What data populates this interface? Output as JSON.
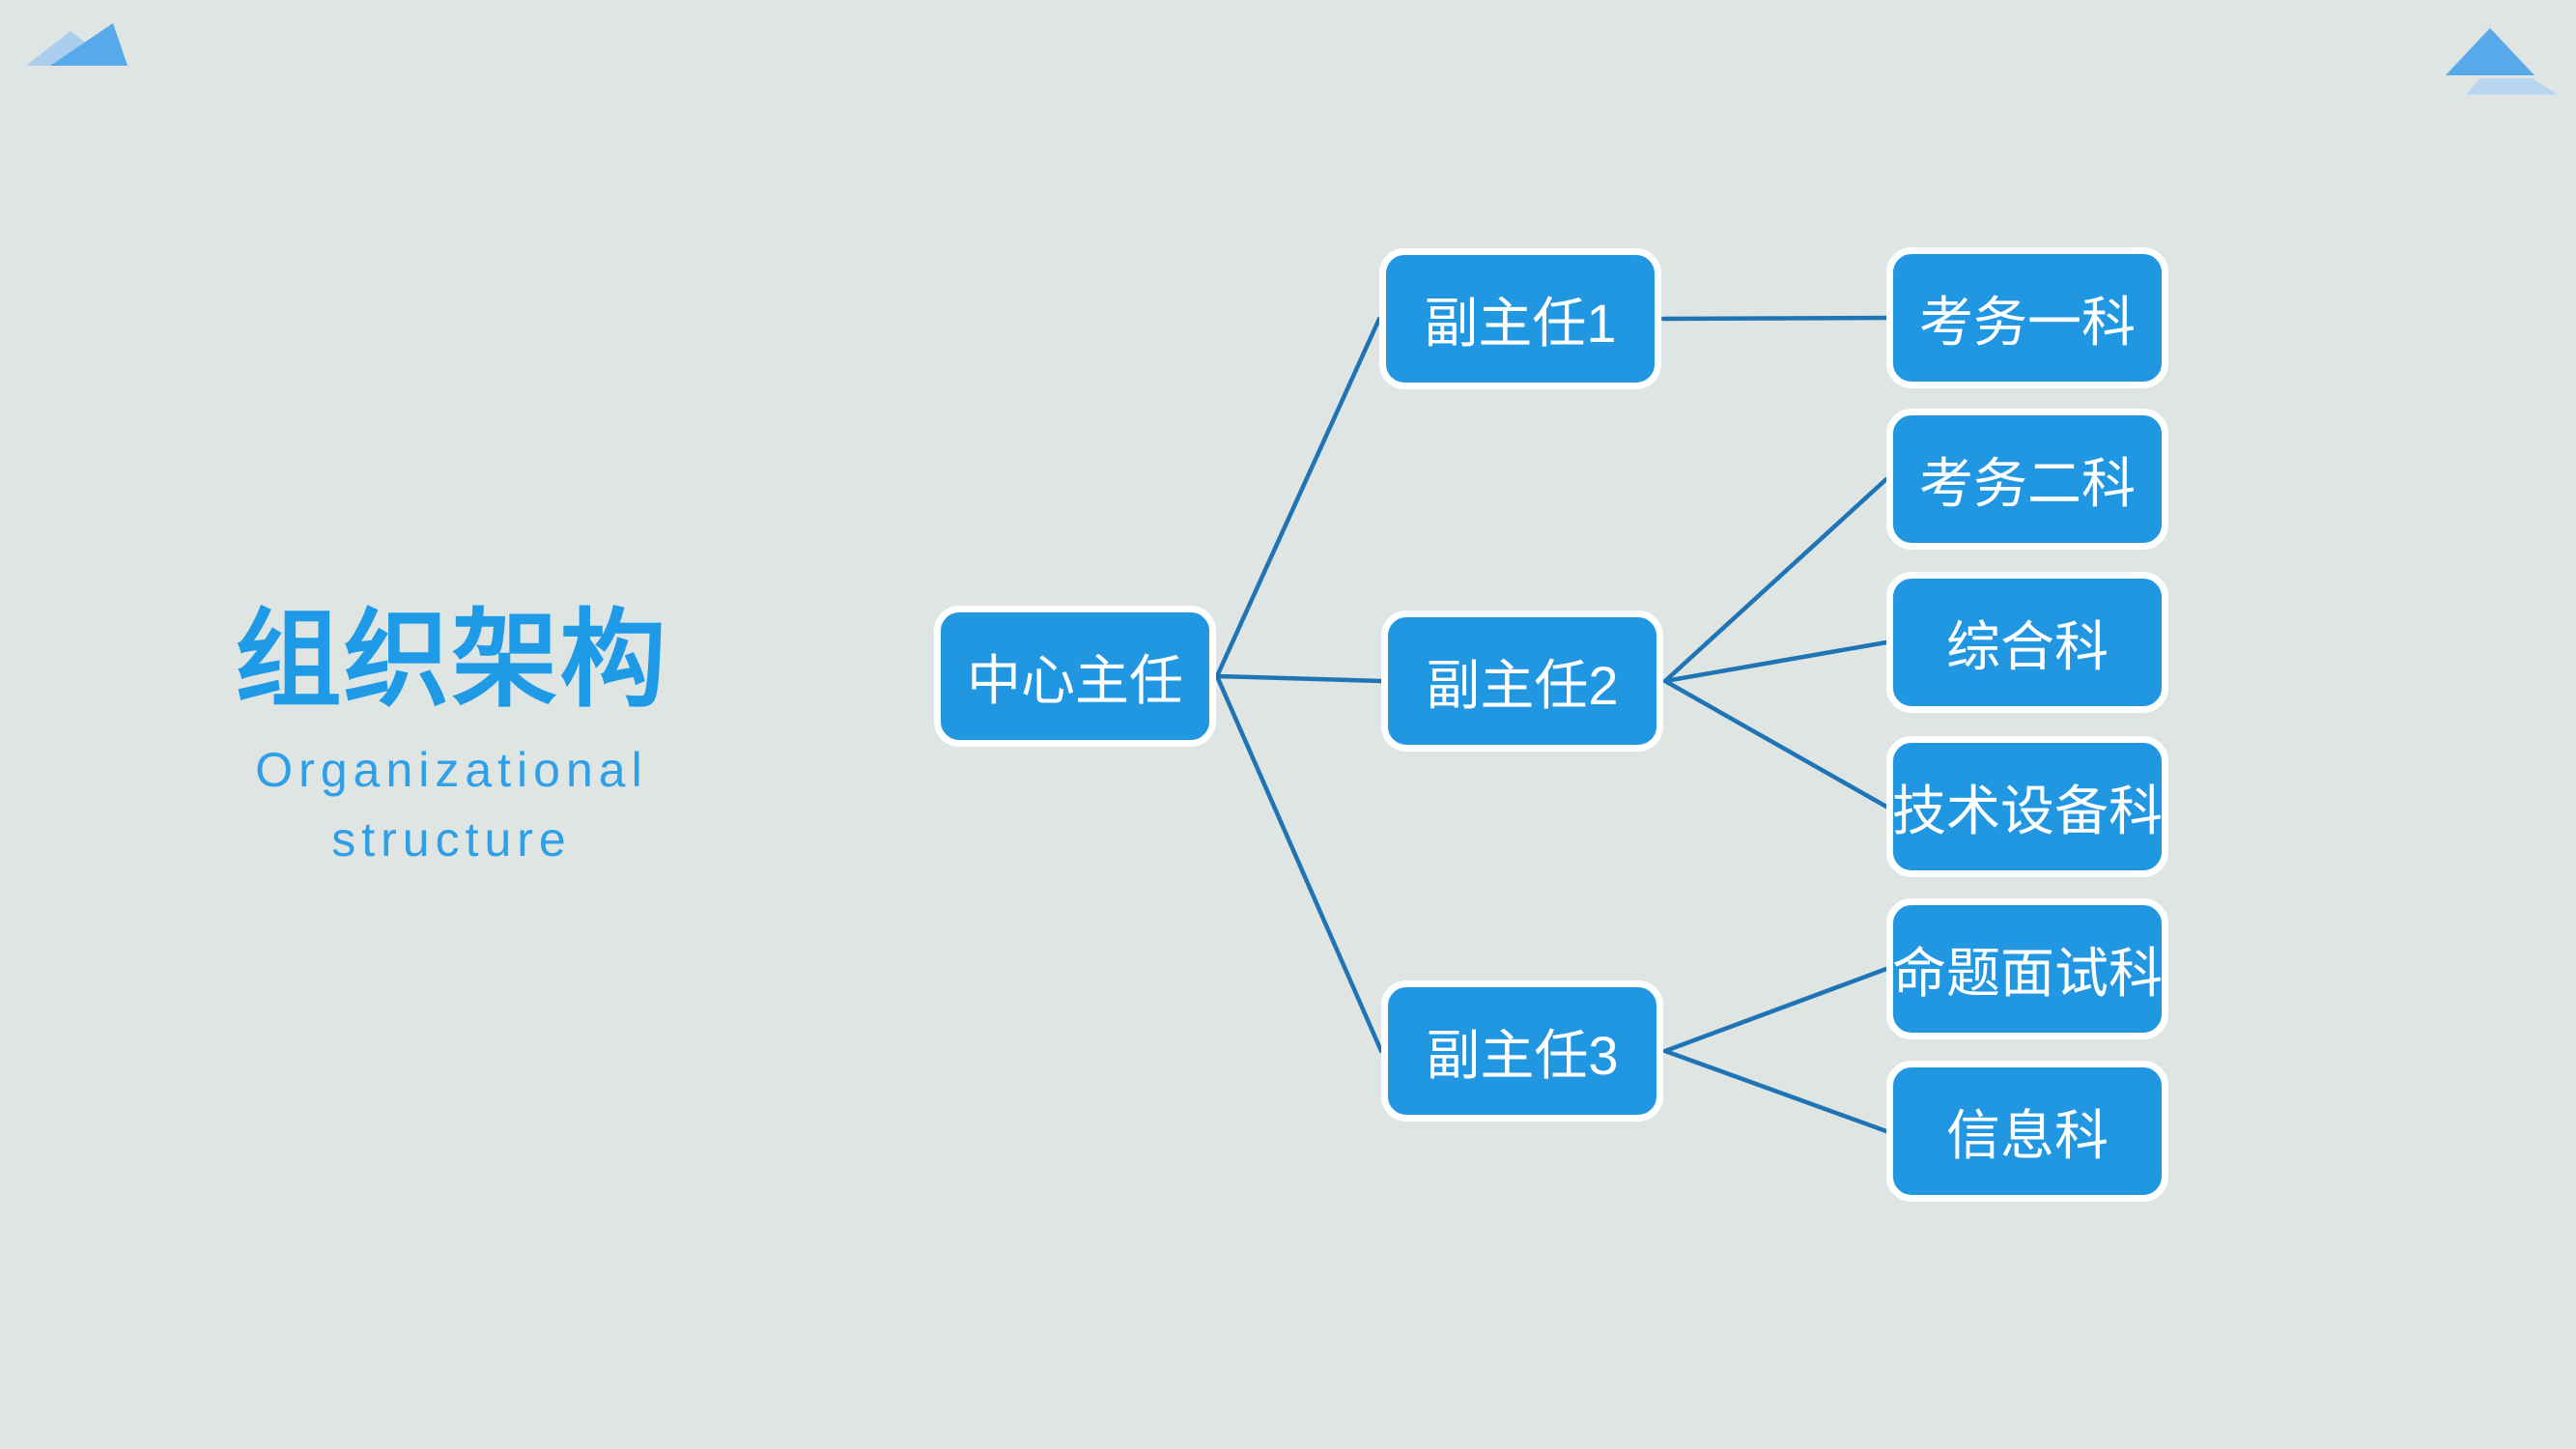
{
  "theme": {
    "background_color": "#dfe5e3",
    "accent_color": "#2197e2",
    "line_color": "#1e74b5",
    "title_color": "#1e9ae6",
    "subtitle_color": "#2f9fe8",
    "node_text_color": "#ffffff"
  },
  "title": {
    "heading": "组织架构",
    "subtitle_line1": "Organizational",
    "subtitle_line2": "structure"
  },
  "org_chart": {
    "root": {
      "label": "中心主任"
    },
    "deputies": [
      {
        "label": "副主任1",
        "departments": [
          {
            "label": "考务一科"
          }
        ]
      },
      {
        "label": "副主任2",
        "departments": [
          {
            "label": "考务二科"
          },
          {
            "label": "综合科"
          },
          {
            "label": "技术设备科"
          }
        ]
      },
      {
        "label": "副主任3",
        "departments": [
          {
            "label": "命题面试科"
          },
          {
            "label": "信息科"
          }
        ]
      }
    ]
  }
}
